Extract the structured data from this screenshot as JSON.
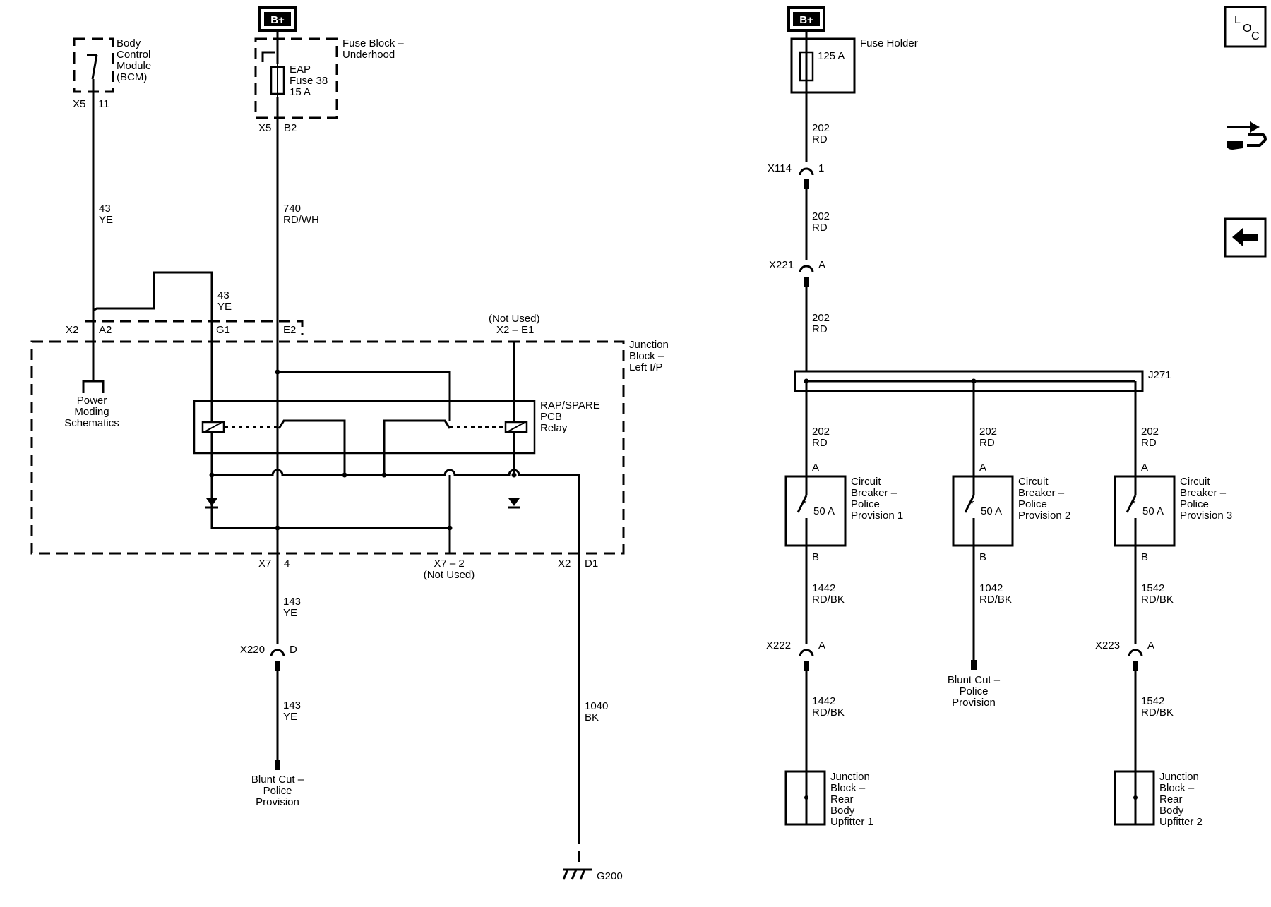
{
  "diagram": {
    "left": {
      "bcm": {
        "name": [
          "Body",
          "Control",
          "Module",
          "(BCM)"
        ],
        "conn": "X5",
        "pin": "11"
      },
      "fuse_block": {
        "b_plus": "B+",
        "name": [
          "Fuse Block –",
          "Underhood"
        ],
        "fuse": [
          "EAP",
          "Fuse 38",
          "15 A"
        ],
        "conn": "X5",
        "pin": "B2"
      },
      "wire_43_top": {
        "circuit": "43",
        "color": "YE"
      },
      "wire_43_mid": {
        "circuit": "43",
        "color": "YE"
      },
      "wire_740": {
        "circuit": "740",
        "color": "RD/WH"
      },
      "pins_x2": {
        "conn": "X2",
        "a2": "A2",
        "g1": "G1",
        "e2": "E2"
      },
      "not_used_top": "(Not Used)",
      "x2_e1": "X2 – E1",
      "junction_block": [
        "Junction",
        "Block –",
        "Left I/P"
      ],
      "power_moding": [
        "Power",
        "Moding",
        "Schematics"
      ],
      "relay": [
        "RAP/SPARE",
        "PCB",
        "Relay"
      ],
      "x7_4": {
        "conn": "X7",
        "pin": "4"
      },
      "x7_2": {
        "label": "X7 – 2",
        "note": "(Not Used)"
      },
      "x2_d1": {
        "conn": "X2",
        "pin": "D1"
      },
      "wire_143_a": {
        "circuit": "143",
        "color": "YE"
      },
      "x220": {
        "conn": "X220",
        "pin": "D"
      },
      "wire_143_b": {
        "circuit": "143",
        "color": "YE"
      },
      "blunt_cut": [
        "Blunt Cut –",
        "Police",
        "Provision"
      ],
      "wire_1040": {
        "circuit": "1040",
        "color": "BK"
      },
      "ground": "G200"
    },
    "right": {
      "b_plus": "B+",
      "fuse_holder": {
        "name": "Fuse Holder",
        "rating": "125 A"
      },
      "wire_202_1": {
        "circuit": "202",
        "color": "RD"
      },
      "x114": {
        "conn": "X114",
        "pin": "1"
      },
      "wire_202_2": {
        "circuit": "202",
        "color": "RD"
      },
      "x221": {
        "conn": "X221",
        "pin": "A"
      },
      "wire_202_3": {
        "circuit": "202",
        "color": "RD"
      },
      "splice": "J271",
      "branches": [
        {
          "wire_in": {
            "circuit": "202",
            "color": "RD"
          },
          "pin_a": "A",
          "pin_b": "B",
          "rating": "50 A",
          "name": [
            "Circuit",
            "Breaker –",
            "Police",
            "Provision 1"
          ],
          "wire_out": {
            "circuit": "1442",
            "color": "RD/BK"
          }
        },
        {
          "wire_in": {
            "circuit": "202",
            "color": "RD"
          },
          "pin_a": "A",
          "pin_b": "B",
          "rating": "50 A",
          "name": [
            "Circuit",
            "Breaker –",
            "Police",
            "Provision 2"
          ],
          "wire_out": {
            "circuit": "1042",
            "color": "RD/BK"
          }
        },
        {
          "wire_in": {
            "circuit": "202",
            "color": "RD"
          },
          "pin_a": "A",
          "pin_b": "B",
          "rating": "50 A",
          "name": [
            "Circuit",
            "Breaker –",
            "Police",
            "Provision 3"
          ],
          "wire_out": {
            "circuit": "1542",
            "color": "RD/BK"
          }
        }
      ],
      "x222": {
        "conn": "X222",
        "pin": "A"
      },
      "x223": {
        "conn": "X223",
        "pin": "A"
      },
      "wire_1442_b": {
        "circuit": "1442",
        "color": "RD/BK"
      },
      "wire_1542_b": {
        "circuit": "1542",
        "color": "RD/BK"
      },
      "blunt_cut": [
        "Blunt Cut –",
        "Police",
        "Provision"
      ],
      "jb_upfitter_1": [
        "Junction",
        "Block –",
        "Rear",
        "Body",
        "Upfitter 1"
      ],
      "jb_upfitter_2": [
        "Junction",
        "Block –",
        "Rear",
        "Body",
        "Upfitter 2"
      ]
    }
  },
  "nav": {
    "loc_button": {
      "letters": [
        "L",
        "O",
        "C"
      ],
      "icon": "location-view-icon"
    },
    "connector_button": {
      "icon": "connector-view-icon"
    },
    "back_button": {
      "icon": "back-arrow-icon"
    }
  }
}
